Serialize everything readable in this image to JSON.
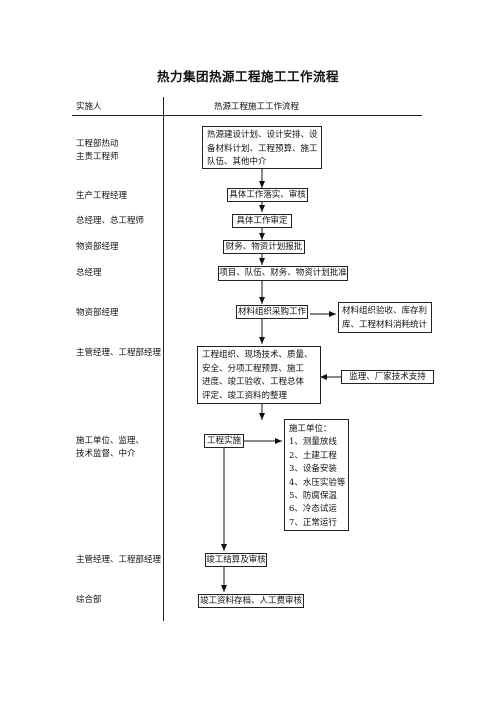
{
  "title": "热力集团热源工程施工工作流程",
  "header": {
    "implementer": "实施人",
    "flow": "热源工程施工工作流程"
  },
  "roles": [
    "工程部热动\n主责工程师",
    "生产工程经理",
    "总经理、总工程师",
    "物资部经理",
    "总经理",
    "物资部经理",
    "主管经理、工程部经理",
    "施工单位、监理、\n技术监督、中介",
    "主管经理、工程部经理",
    "综合部"
  ],
  "steps": {
    "s1": "热源建设计划、设计安排、设\n备材料计划、工程预算、施工\n队伍、其他中介",
    "s2": "具体工作落实、审核",
    "s3": "具体工作审定",
    "s4": "财务、物资计划报批",
    "s5": "项目、队伍、财务、物资计划批准",
    "s6": "材料组织采购工作",
    "s6_side": "材料组织验收、库存利\n库、工程材料消耗统计",
    "s7": "工程组织、现场技术、质量、\n安全、分项工程预算、施工\n进度、竣工验收、工程总体\n评定、竣工资料的整理",
    "s7_side": "监理、厂家技术支持",
    "s8": "工程实施",
    "s8_side": "施工单位：\n1、测量放线\n2、土建工程\n3、设备安装\n4、水压实验等\n5、防腐保温\n6、冷态试运\n7、正常运行",
    "s9": "竣工结算及审核",
    "s10": "竣工资料存档、人工费审核"
  }
}
